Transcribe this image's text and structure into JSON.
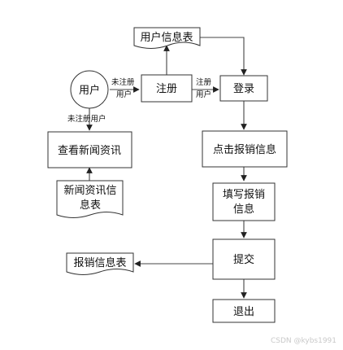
{
  "nodes": {
    "user": "用户",
    "register": "注册",
    "login": "登录",
    "user_info_table": "用户信息表",
    "view_news": "查看新闻资讯",
    "news_info_table_line1": "新闻资讯信",
    "news_info_table_line2": "息表",
    "click_reimburse": "点击报销信息",
    "fill_line1": "填写报销",
    "fill_line2": "信息",
    "submit": "提交",
    "reimburse_table": "报销信息表",
    "logout": "退出"
  },
  "edges": {
    "unregistered_user_line1": "未注册",
    "unregistered_user_line2": "用户",
    "registered_user_line1": "注册",
    "registered_user_line2": "用户",
    "unregistered_user_down": "未注册用户"
  },
  "watermark": "CSDN @kybs1991"
}
